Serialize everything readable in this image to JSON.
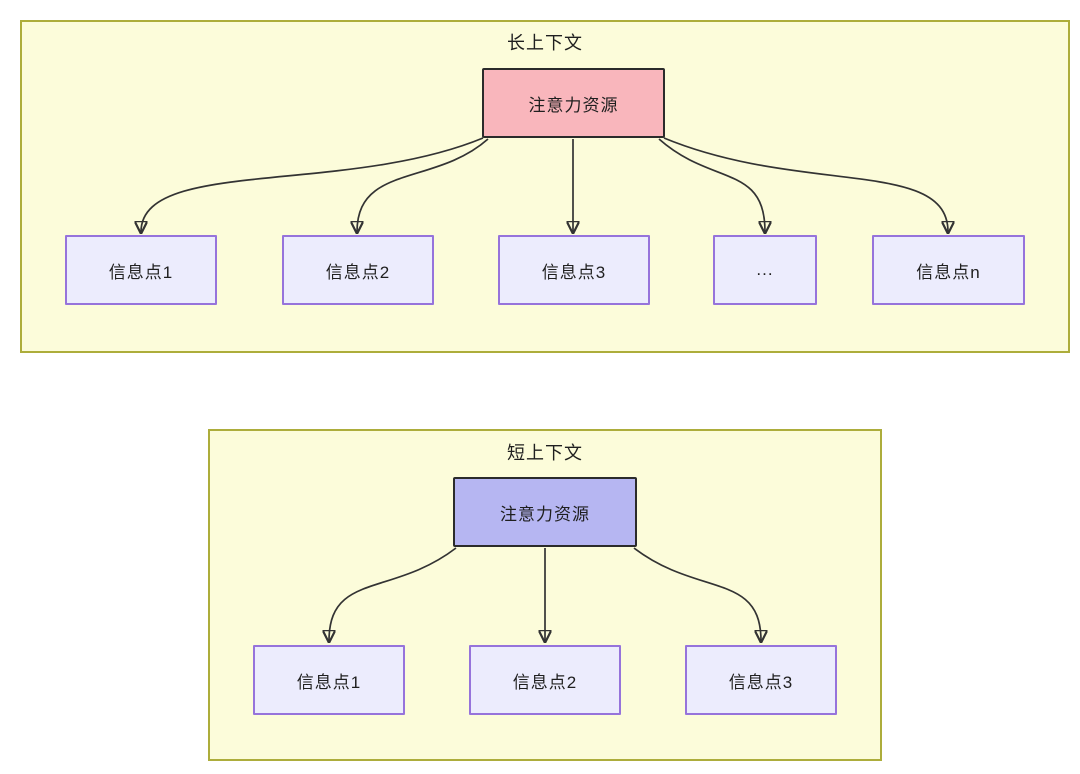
{
  "colors": {
    "panel_bg": "#fcfcda",
    "panel_border": "#adad3b",
    "attention_long_fill": "#f9b6bc",
    "attention_short_fill": "#b6b6f2",
    "attention_border": "#2b2b2b",
    "node_fill": "#ececfd",
    "node_border": "#9673db",
    "edge_color": "#333333",
    "text_color": "#1f1f1f"
  },
  "long_context": {
    "title": "长上下文",
    "attention": {
      "label": "注意力资源"
    },
    "nodes": [
      {
        "label": "信息点1"
      },
      {
        "label": "信息点2"
      },
      {
        "label": "信息点3"
      },
      {
        "label": "..."
      },
      {
        "label": "信息点n"
      }
    ]
  },
  "short_context": {
    "title": "短上下文",
    "attention": {
      "label": "注意力资源"
    },
    "nodes": [
      {
        "label": "信息点1"
      },
      {
        "label": "信息点2"
      },
      {
        "label": "信息点3"
      }
    ]
  }
}
